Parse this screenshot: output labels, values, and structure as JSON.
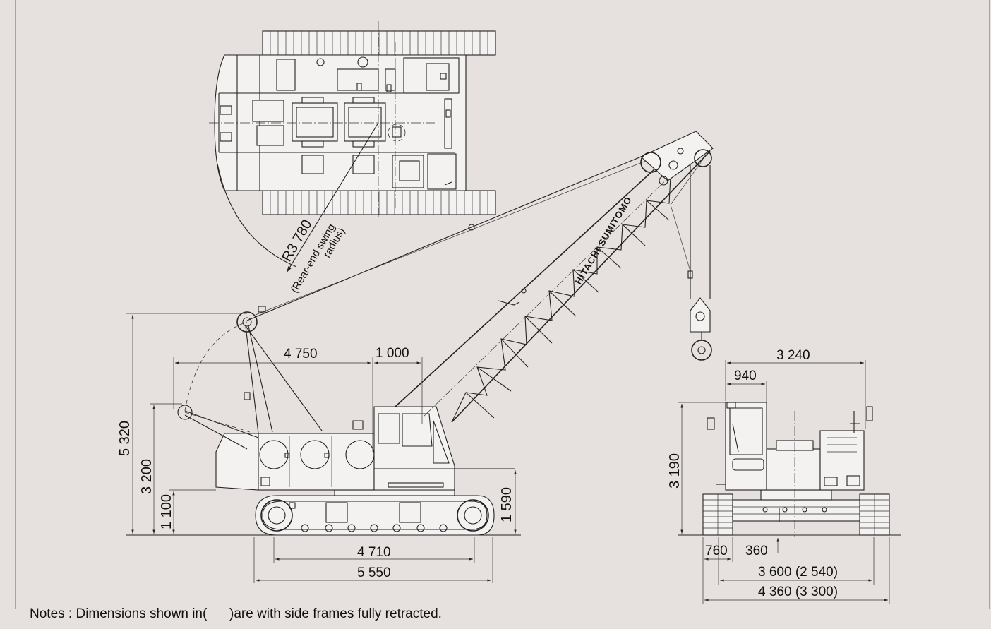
{
  "diagram": {
    "brand_text": "HITACHI SUMITOMO",
    "swing_radius_label": "R3 780",
    "swing_radius_caption_1": "(Rear-end  swing",
    "swing_radius_caption_2": "radius)",
    "dimensions": {
      "d4750": "4 750",
      "d1000": "1 000",
      "d5320": "5 320",
      "d3200": "3 200",
      "d1100": "1 100",
      "d1590": "1 590",
      "d4710": "4 710",
      "d5550": "5 550",
      "d3240": "3 240",
      "d940": "940",
      "d3190": "3 190",
      "d760": "760",
      "d360": "360",
      "d3600": "3 600 (2 540)",
      "d4360": "4 360 (3 300)"
    }
  },
  "notes": "Notes : Dimensions shown in(      )are with side frames fully retracted."
}
